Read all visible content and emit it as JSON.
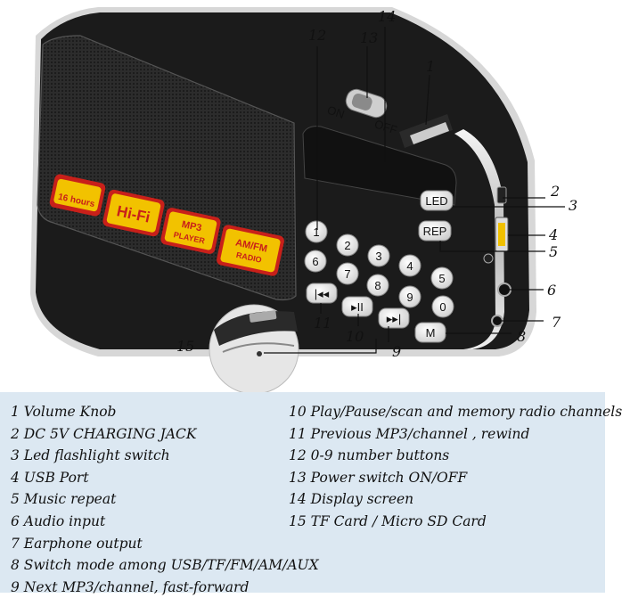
{
  "device": {
    "badges": {
      "hours": "16 hours",
      "hifi": "Hi-Fi",
      "mp3_top": "MP3",
      "mp3_bottom": "PLAYER",
      "amfm_top": "AM/FM",
      "amfm_bottom": "RADIO"
    },
    "switch_on": "ON",
    "switch_off": "OFF",
    "led_button": "LED",
    "rep_button": "REP",
    "m_button": "M",
    "number_keys": [
      "1",
      "2",
      "3",
      "4",
      "5",
      "6",
      "7",
      "8",
      "9",
      "0"
    ]
  },
  "callouts": [
    "1",
    "2",
    "3",
    "4",
    "5",
    "6",
    "7",
    "8",
    "9",
    "10",
    "11",
    "12",
    "13",
    "14",
    "15"
  ],
  "legend": {
    "left": [
      "1 Volume Knob",
      "2  DC 5V CHARGING JACK",
      "3  Led flashlight switch",
      "4 USB Port",
      "5 Music repeat",
      "6 Audio input",
      "7 Earphone output",
      "8 Switch mode among USB/TF/FM/AM/AUX",
      "9 Next MP3/channel, fast-forward"
    ],
    "right": [
      "10 Play/Pause/scan and memory radio channels",
      "11 Previous MP3/channel , rewind",
      "12 0-9 number buttons",
      "13 Power switch ON/OFF",
      "14 Display screen",
      "15 TF Card / Micro SD Card"
    ]
  },
  "colors": {
    "badge_red": "#c8201a",
    "badge_yellow": "#f2c200",
    "legend_bg": "#dce8f2",
    "body_black": "#1b1b1b"
  }
}
